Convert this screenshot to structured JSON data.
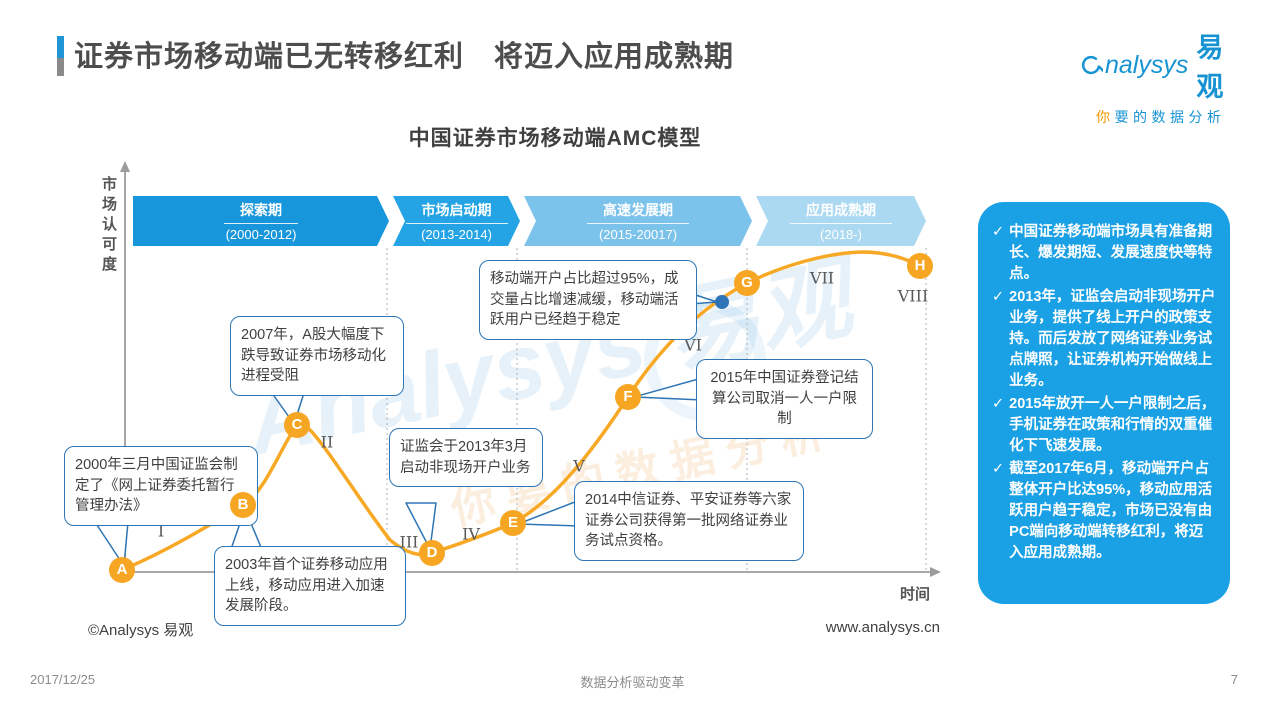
{
  "header": {
    "title": "证券市场移动端已无转移红利　将迈入应用成熟期",
    "logo": {
      "brand_latin": "nalysys",
      "brand_cn": "易观",
      "tagline_first": "你",
      "tagline_rest": "要的数据分析"
    }
  },
  "chart": {
    "title": "中国证券市场移动端AMC模型",
    "y_axis_label": "市场认可度",
    "x_axis_label": "时间",
    "phases": [
      {
        "name": "探索期",
        "years": "(2000-2012)",
        "color": "#1896db"
      },
      {
        "name": "市场启动期",
        "years": "(2013-2014)",
        "color": "#24a4e5"
      },
      {
        "name": "高速发展期",
        "years": "(2015-20017)",
        "color": "#7cc3eb"
      },
      {
        "name": "应用成熟期",
        "years": "(2018-)",
        "color": "#acd9f2"
      }
    ],
    "points": [
      "A",
      "B",
      "C",
      "D",
      "E",
      "F",
      "G",
      "H"
    ],
    "stages": [
      "I",
      "II",
      "III",
      "IV",
      "V",
      "VI",
      "VII",
      "VIII"
    ],
    "callouts": [
      "2000年三月中国证监会制定了《网上证券委托暂行管理办法》",
      "2007年，A股大幅度下跌导致证券市场移动化进程受阻",
      "2003年首个证券移动应用上线，移动应用进入加速发展阶段。",
      "证监会于2013年3月启动非现场开户业务",
      "2014中信证券、平安证券等六家证券公司获得第一批网络证券业务试点资格。",
      "2015年中国证券登记结算公司取消一人一户限制",
      "移动端开户占比超过95%，成交量占比增速减缓，移动端活跃用户已经趋于稳定"
    ],
    "curve_color": "#f7a825",
    "marker_color": "#2e74b6"
  },
  "chart_data": {
    "type": "line",
    "title": "中国证券市场移动端AMC模型",
    "xlabel": "时间",
    "ylabel": "市场认可度",
    "ylim": [
      0,
      100
    ],
    "grid": false,
    "phases": [
      {
        "label": "探索期",
        "years": "(2000-2012)"
      },
      {
        "label": "市场启动期",
        "years": "(2013-2014)"
      },
      {
        "label": "高速发展期",
        "years": "(2015-20017)"
      },
      {
        "label": "应用成熟期",
        "years": "(2018-)"
      }
    ],
    "series": [
      {
        "name": "市场认可度曲线",
        "points": [
          {
            "label": "A",
            "stage": "I",
            "y": 1
          },
          {
            "label": "B",
            "stage": "I",
            "y": 17
          },
          {
            "label": "C",
            "stage": "II",
            "y": 36
          },
          {
            "label": "D",
            "stage": "III",
            "y": 5
          },
          {
            "label": "E",
            "stage": "IV",
            "y": 12
          },
          {
            "label": "F",
            "stage": "V",
            "y": 44
          },
          {
            "label": "G",
            "stage": "VI",
            "y": 72
          },
          {
            "label": "H",
            "stage": "VIII",
            "y": 76
          }
        ]
      }
    ],
    "extra_marker": {
      "label": "移动端开户占比超过95%节点",
      "y": 67,
      "color": "#2e74b6"
    },
    "annotations": [
      {
        "target": "A",
        "text": "2000年三月中国证监会制定了《网上证券委托暂行管理办法》"
      },
      {
        "target": "B",
        "text": "2003年首个证券移动应用上线，移动应用进入加速发展阶段。"
      },
      {
        "target": "C",
        "text": "2007年，A股大幅度下跌导致证券市场移动化进程受阻"
      },
      {
        "target": "D",
        "text": "证监会于2013年3月启动非现场开户业务"
      },
      {
        "target": "E",
        "text": "2014中信证券、平安证券等六家证券公司获得第一批网络证券业务试点资格。"
      },
      {
        "target": "F",
        "text": "2015年中国证券登记结算公司取消一人一户限制"
      },
      {
        "target": "G",
        "text": "移动端开户占比超过95%，成交量占比增速减缓，移动端活跃用户已经趋于稳定"
      }
    ]
  },
  "insights": {
    "check_icon": "✓",
    "items": [
      "中国证券移动端市场具有准备期长、爆发期短、发展速度快等特点。",
      "2013年，证监会启动非现场开户业务，提供了线上开户的政策支持。而后发放了网络证券业务试点牌照，让证券机构开始做线上业务。",
      "2015年放开一人一户限制之后，手机证券在政策和行情的双重催化下飞速发展。",
      "截至2017年6月，移动端开户占整体开户比达95%，移动应用活跃用户趋于稳定，市场已没有由PC端向移动端转移红利，将迈入应用成熟期。"
    ]
  },
  "watermark": {
    "line1": "Analysys 易观",
    "line2": "你要的数据分析"
  },
  "footnotes": {
    "copyright": "©Analysys 易观",
    "website": "www.analysys.cn"
  },
  "footer": {
    "date": "2017/12/25",
    "motto": "数据分析驱动变革",
    "page": "7"
  }
}
